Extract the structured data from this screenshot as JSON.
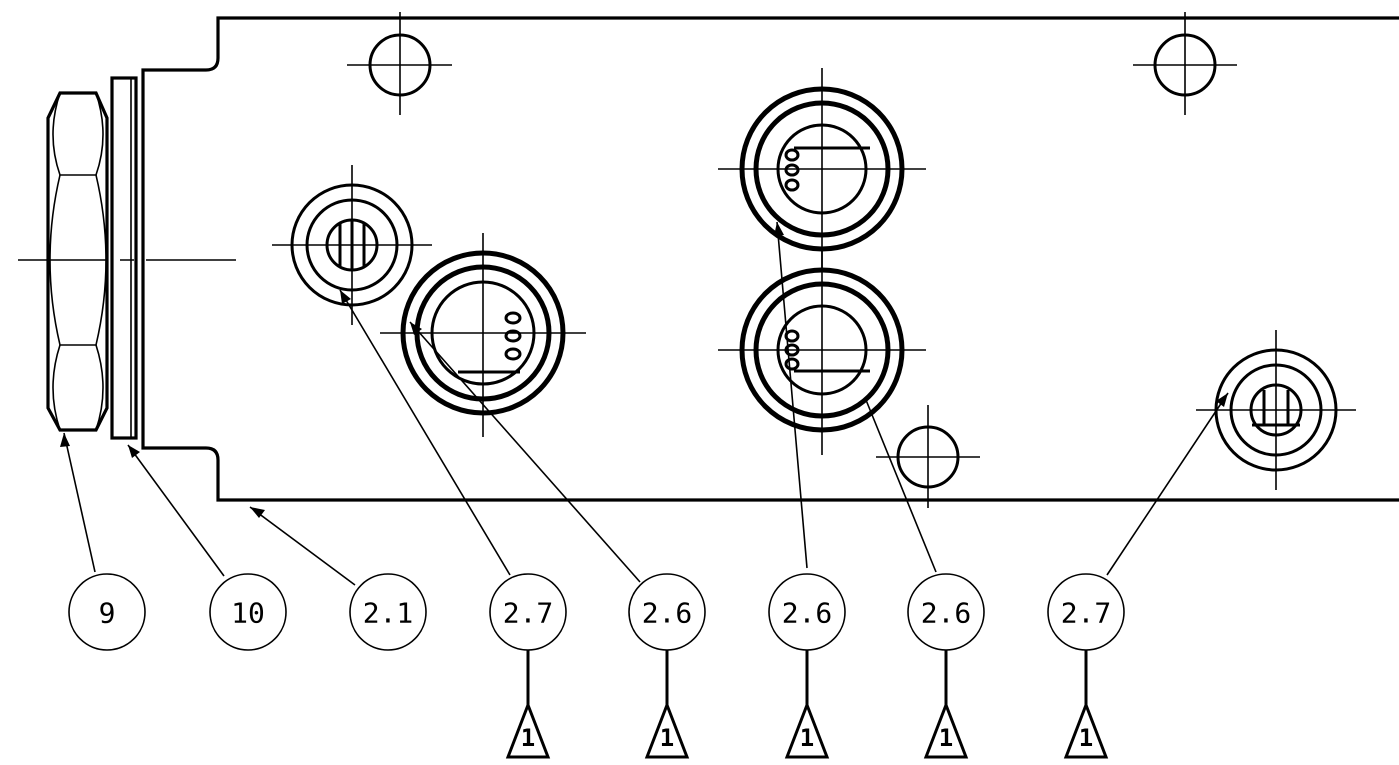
{
  "balloons": [
    {
      "label": "9"
    },
    {
      "label": "10"
    },
    {
      "label": "2.1"
    },
    {
      "label": "2.7"
    },
    {
      "label": "2.6"
    },
    {
      "label": "2.6"
    },
    {
      "label": "2.6"
    },
    {
      "label": "2.7"
    }
  ],
  "revision_flags": [
    {
      "label": "1"
    },
    {
      "label": "1"
    },
    {
      "label": "1"
    },
    {
      "label": "1"
    },
    {
      "label": "1"
    }
  ]
}
